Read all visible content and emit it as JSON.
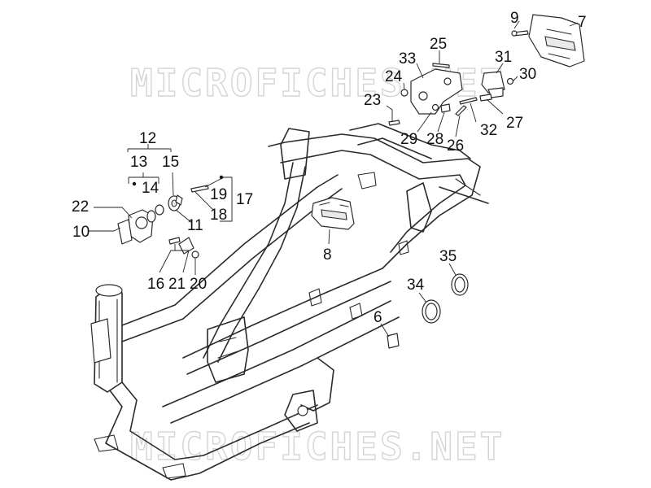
{
  "watermark": {
    "top": "MICROFICHES.NET",
    "bottom": "MICROFICHES.NET"
  },
  "labels": {
    "n1": "9",
    "n2": "7",
    "n3": "25",
    "n4": "33",
    "n5": "31",
    "n6": "24",
    "n7": "30",
    "n8": "23",
    "n9": "29",
    "n10": "28",
    "n11": "32",
    "n12": "27",
    "n13": "26",
    "n14": "12",
    "n15": "13",
    "n16": "15",
    "n17": "14",
    "n18": "19",
    "n19": "17",
    "n20": "22",
    "n21": "18",
    "n22": "11",
    "n23": "10",
    "n24": "8",
    "n25": "35",
    "n26": "16",
    "n27": "21",
    "n28": "20",
    "n29": "34",
    "n30": "6"
  }
}
